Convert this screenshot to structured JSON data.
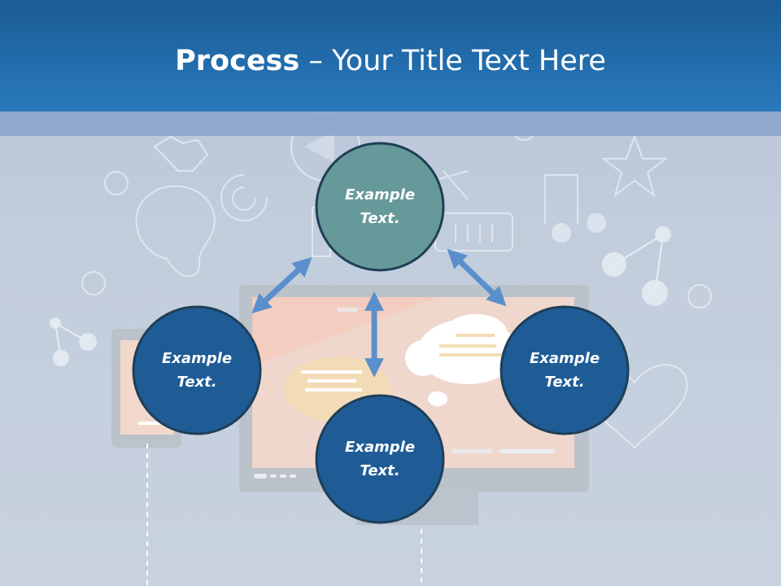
{
  "title": {
    "bold": "Process",
    "separator": " – ",
    "rest": "Your Title Text Here"
  },
  "nodes": [
    {
      "line1": "Example",
      "line2": "Text.",
      "fill": "#669999"
    },
    {
      "line1": "Example",
      "line2": "Text.",
      "fill": "#1f5c96"
    },
    {
      "line1": "Example",
      "line2": "Text.",
      "fill": "#1f5c96"
    },
    {
      "line1": "Example",
      "line2": "Text.",
      "fill": "#1f5c96"
    }
  ],
  "colors": {
    "header": "#2470b2",
    "arrow": "#5b8fcc",
    "node_border": "#1f3f58",
    "background": "#c3cedd"
  }
}
